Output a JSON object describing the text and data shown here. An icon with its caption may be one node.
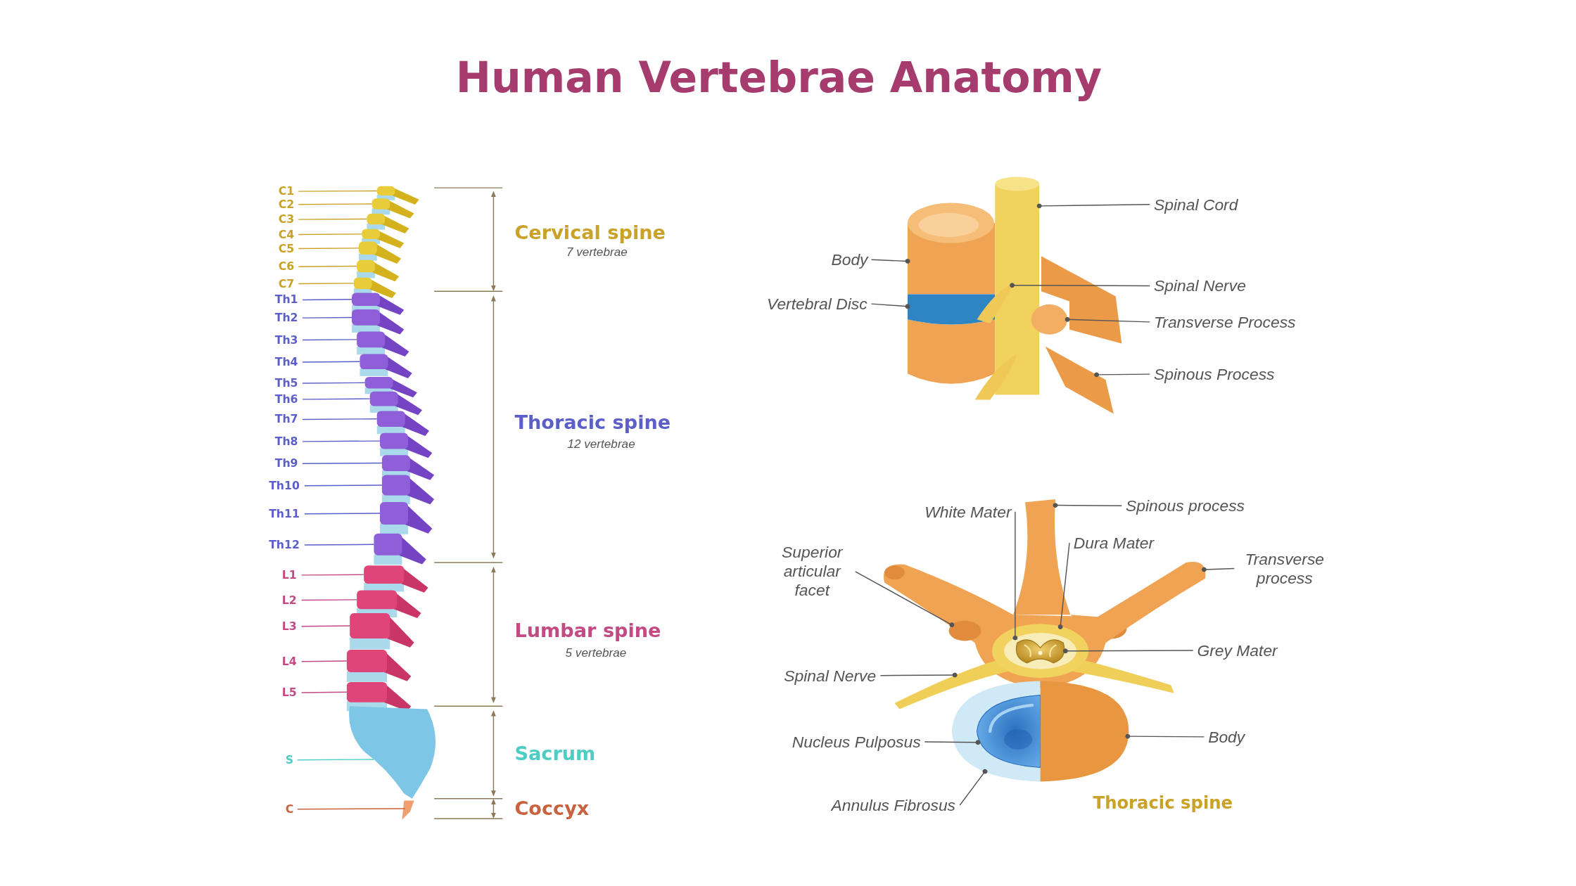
{
  "diagram": {
    "title": "Human Vertebrae Anatomy",
    "nodes": [
      {
        "text": [
          "C1"
        ]
      },
      {
        "text": [
          "C2"
        ]
      },
      {
        "text": [
          "C3"
        ]
      },
      {
        "text": [
          "C4"
        ]
      },
      {
        "text": [
          "C5"
        ]
      },
      {
        "text": [
          "C6"
        ]
      },
      {
        "text": [
          "C7"
        ]
      },
      {
        "text": [
          "Th1"
        ]
      },
      {
        "text": [
          "Th2"
        ]
      },
      {
        "text": [
          "Th3"
        ]
      },
      {
        "text": [
          "Th4"
        ]
      },
      {
        "text": [
          "Th5"
        ]
      },
      {
        "text": [
          "Th6"
        ]
      },
      {
        "text": [
          "Th7"
        ]
      },
      {
        "text": [
          "Th8"
        ]
      },
      {
        "text": [
          "Th9"
        ]
      },
      {
        "text": [
          "Th10"
        ]
      },
      {
        "text": [
          "Th11"
        ]
      },
      {
        "text": [
          "Th12"
        ]
      },
      {
        "text": [
          "L1"
        ]
      },
      {
        "text": [
          "L2"
        ]
      },
      {
        "text": [
          "L3"
        ]
      },
      {
        "text": [
          "L4"
        ]
      },
      {
        "text": [
          "L5"
        ]
      },
      {
        "text": [
          "S"
        ]
      },
      {
        "text": [
          "C"
        ]
      },
      {
        "text": [
          "Spinal Cord"
        ]
      },
      {
        "text": [
          "Body"
        ]
      },
      {
        "text": [
          "Vertebral Disc"
        ]
      },
      {
        "text": [
          "Spinal Nerve"
        ]
      },
      {
        "text": [
          "Transverse Process"
        ]
      },
      {
        "text": [
          "Spinous Process"
        ]
      },
      {
        "text": [
          "Spinous process"
        ]
      },
      {
        "text": [
          "White Mater"
        ]
      },
      {
        "text": [
          "Dura Mater"
        ]
      },
      {
        "text": [
          "Superior articular facet"
        ]
      },
      {
        "text": [
          "Transverse process"
        ]
      },
      {
        "text": [
          "Grey Mater"
        ]
      },
      {
        "text": [
          "Spinal Nerve"
        ]
      },
      {
        "text": [
          "Nucleus Pulposus"
        ]
      },
      {
        "text": [
          "Body"
        ]
      },
      {
        "text": [
          "Annulus Fibrosus"
        ]
      },
      {
        "text": [],
        "shape": "picture"
      },
      {
        "text": [],
        "shape": "picture"
      },
      {
        "text": [],
        "shape": "picture"
      },
      {
        "text": [],
        "shape": "picture"
      },
      {
        "text": [],
        "shape": "picture"
      },
      {
        "text": [],
        "shape": "picture"
      },
      {
        "text": [],
        "shape": "picture"
      },
      {
        "text": [],
        "shape": "picture"
      },
      {
        "text": [],
        "shape": "picture"
      },
      {
        "text": [],
        "shape": "picture"
      },
      {
        "text": [],
        "shape": "picture"
      },
      {
        "text": [],
        "shape": "picture"
      },
      {
        "text": [],
        "shape": "picture"
      },
      {
        "text": [],
        "shape": "picture"
      },
      {
        "text": [],
        "shape": "picture"
      },
      {
        "text": [],
        "shape": "picture"
      },
      {
        "text": [],
        "shape": "picture"
      },
      {
        "text": [],
        "shape": "picture"
      },
      {
        "text": [],
        "shape": "picture"
      },
      {
        "text": [],
        "shape": "picture"
      },
      {
        "text": [],
        "shape": "picture"
      },
      {
        "text": [],
        "shape": "picture"
      },
      {
        "text": [],
        "shape": "picture"
      },
      {
        "text": [],
        "shape": "picture"
      },
      {
        "text": [],
        "shape": "picture"
      },
      {
        "text": [],
        "shape": "picture"
      },
      {
        "text": [],
        "shape": "cylinder"
      },
      {
        "text": [],
        "shape": "cylinder"
      },
      {
        "text": [],
        "shape": "picture"
      },
      {
        "text": [],
        "shape": "cylinder"
      },
      {
        "text": [],
        "shape": "circle"
      },
      {
        "text": [],
        "shape": "picture"
      },
      {
        "text": [],
        "shape": "picture"
      },
      {
        "text": [],
        "shape": "circle"
      },
      {
        "text": [],
        "shape": "picture"
      },
      {
        "text": [],
        "shape": "picture"
      },
      {
        "text": [],
        "shape": "picture"
      },
      {
        "text": [],
        "shape": "picture",
        "in": 78
      },
      {
        "text": [],
        "shape": "picture",
        "in": 79
      },
      {
        "text": [],
        "shape": "picture"
      },
      {
        "text": [],
        "shape": "picture",
        "in": 81
      },
      {
        "text": [],
        "shape": "picture"
      }
    ],
    "edges": [
      {
        "from": 0,
        "to": 42,
        "arrow": "none",
        "color": "#c9a227"
      },
      {
        "from": 1,
        "to": 43,
        "arrow": "none",
        "color": "#c9a227"
      },
      {
        "from": 2,
        "to": 44,
        "arrow": "none",
        "color": "#c9a227"
      },
      {
        "from": 3,
        "to": 45,
        "arrow": "none",
        "color": "#c9a227"
      },
      {
        "from": 4,
        "to": 46,
        "arrow": "none",
        "color": "#c9a227"
      },
      {
        "from": 5,
        "to": 47,
        "arrow": "none",
        "color": "#c9a227"
      },
      {
        "from": 6,
        "to": 48,
        "arrow": "none",
        "color": "#c9a227"
      },
      {
        "from": 7,
        "to": 49,
        "arrow": "none",
        "color": "#5b5fc7"
      },
      {
        "from": 8,
        "to": 50,
        "arrow": "none",
        "color": "#5b5fc7"
      },
      {
        "from": 9,
        "to": 51,
        "arrow": "none",
        "color": "#5b5fc7"
      },
      {
        "from": 10,
        "to": 52,
        "arrow": "none",
        "color": "#5b5fc7"
      },
      {
        "from": 11,
        "to": 53,
        "arrow": "none",
        "color": "#5b5fc7"
      },
      {
        "from": 12,
        "to": 54,
        "arrow": "none",
        "color": "#5b5fc7"
      },
      {
        "from": 13,
        "to": 55,
        "arrow": "none",
        "color": "#5b5fc7"
      },
      {
        "from": 14,
        "to": 56,
        "arrow": "none",
        "color": "#5b5fc7"
      },
      {
        "from": 15,
        "to": 57,
        "arrow": "none",
        "color": "#5b5fc7"
      },
      {
        "from": 16,
        "to": 58,
        "arrow": "none",
        "color": "#5b5fc7"
      },
      {
        "from": 17,
        "to": 59,
        "arrow": "none",
        "color": "#5b5fc7"
      },
      {
        "from": 18,
        "to": 60,
        "arrow": "none",
        "color": "#5b5fc7"
      },
      {
        "from": 19,
        "to": 61,
        "arrow": "none",
        "color": "#c44a84"
      },
      {
        "from": 20,
        "to": 62,
        "arrow": "none",
        "color": "#c44a84"
      },
      {
        "from": 21,
        "to": 63,
        "arrow": "none",
        "color": "#c44a84"
      },
      {
        "from": 22,
        "to": 64,
        "arrow": "none",
        "color": "#c44a84"
      },
      {
        "from": 23,
        "to": 65,
        "arrow": "none",
        "color": "#c44a84"
      },
      {
        "from": 24,
        "to": 66,
        "arrow": "none",
        "color": "#4ecdc4"
      },
      {
        "from": 25,
        "to": 67,
        "arrow": "none",
        "color": "#c8623f"
      },
      {
        "from": 26,
        "to": 71,
        "arrow": "other"
      },
      {
        "from": 27,
        "to": 68,
        "arrow": "other"
      },
      {
        "from": 28,
        "to": 69,
        "arrow": "other"
      },
      {
        "from": 29,
        "to": 73,
        "arrow": "other"
      },
      {
        "from": 30,
        "to": 72,
        "arrow": "other"
      },
      {
        "from": 31,
        "to": 70,
        "arrow": "other"
      },
      {
        "from": 32,
        "to": 74,
        "arrow": "other"
      },
      {
        "from": 33,
        "to": 79,
        "arrow": "other"
      },
      {
        "from": 34,
        "to": 78,
        "arrow": "other"
      },
      {
        "from": 35,
        "to": 75,
        "arrow": "other"
      },
      {
        "from": 36,
        "to": 76,
        "arrow": "other"
      },
      {
        "from": 37,
        "to": 80,
        "arrow": "other"
      },
      {
        "from": 38,
        "to": 77,
        "arrow": "other"
      },
      {
        "from": 39,
        "to": 82,
        "arrow": "other"
      },
      {
        "from": 40,
        "to": 83,
        "arrow": "other"
      },
      {
        "from": 41,
        "to": 81,
        "arrow": "other"
      }
    ],
    "labels": [
      "Cervical spine",
      "7 vertebrae",
      "Thoracic spine",
      "12 vertebrae",
      "Lumbar spine",
      "5 vertebrae",
      "Sacrum",
      "Coccyx",
      "Thoracic spine"
    ]
  }
}
